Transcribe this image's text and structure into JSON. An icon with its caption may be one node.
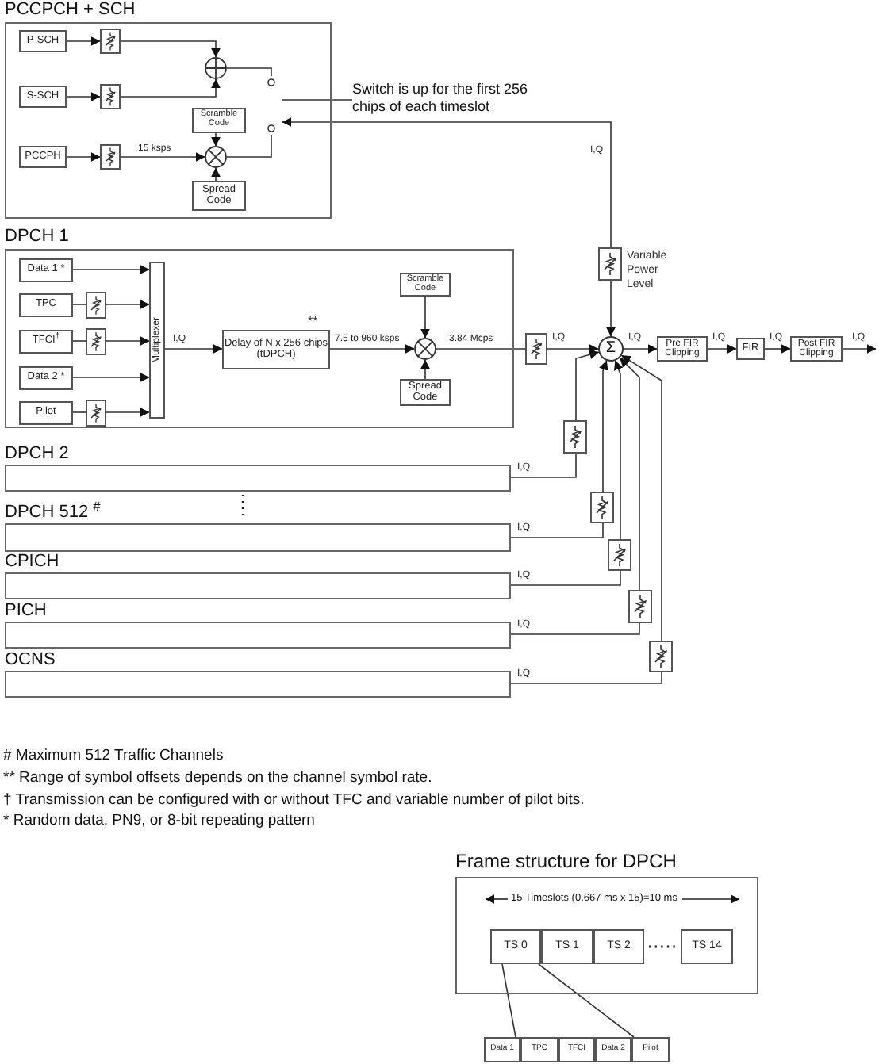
{
  "diagram": {
    "nodes": [
      {
        "text": [
          "PCCPCH + SCH"
        ]
      },
      {
        "text": [
          "P-SCH"
        ],
        "in": 0
      },
      {
        "text": [],
        "shape": "box",
        "in": 0
      },
      {
        "text": [
          "S-SCH"
        ],
        "in": 0
      },
      {
        "text": [],
        "shape": "box",
        "in": 0
      },
      {
        "text": [
          "PCCPH"
        ],
        "in": 0
      },
      {
        "text": [],
        "shape": "box",
        "in": 0
      },
      {
        "text": [],
        "shape": "circle",
        "in": 0
      },
      {
        "text": [
          "Scramble Code"
        ],
        "in": 0
      },
      {
        "text": [],
        "shape": "circle",
        "in": 0
      },
      {
        "text": [
          "Spread Code"
        ],
        "in": 0
      },
      {
        "text": [],
        "shape": "switch",
        "in": 0
      },
      {
        "text": [
          "Switch is up for the first 256 chips of each timeslot"
        ]
      },
      {
        "text": [
          "DPCH 1"
        ]
      },
      {
        "text": [
          "Data 1 *"
        ],
        "in": 13
      },
      {
        "text": [
          "TPC"
        ],
        "in": 13
      },
      {
        "text": [],
        "shape": "box",
        "in": 13
      },
      {
        "text": [
          "TFCI$^{†}$"
        ],
        "in": 13
      },
      {
        "text": [],
        "shape": "box",
        "in": 13
      },
      {
        "text": [
          "Data 2 *"
        ],
        "in": 13
      },
      {
        "text": [
          "Pilot"
        ],
        "in": 13
      },
      {
        "text": [],
        "shape": "box",
        "in": 13
      },
      {
        "text": [
          "Multiplexer"
        ],
        "in": 13
      },
      {
        "text": [
          "Delay of N x 256 chips (tDPCH)"
        ],
        "beside": [
          "**"
        ],
        "in": 13
      },
      {
        "text": [
          "Scramble Code"
        ],
        "in": 13
      },
      {
        "text": [],
        "shape": "circle",
        "in": 13
      },
      {
        "text": [
          "Spread Code"
        ],
        "in": 13
      },
      {
        "text": [],
        "shape": "box"
      },
      {
        "text": [
          "Σ"
        ]
      },
      {
        "text": [],
        "shape": "box",
        "beside": [
          "Variable Power Level"
        ]
      },
      {
        "text": [
          "Pre FIR Clipping"
        ]
      },
      {
        "text": [
          "FIR"
        ]
      },
      {
        "text": [
          "Post FIR Clipping"
        ]
      },
      {
        "text": [
          "DPCH 2"
        ]
      },
      {
        "text": [
          "DPCH 512 $^{#}$"
        ]
      },
      {
        "text": [
          "CPICH"
        ]
      },
      {
        "text": [
          "PICH"
        ]
      },
      {
        "text": [
          "OCNS"
        ]
      },
      {
        "text": [],
        "shape": "box"
      },
      {
        "text": [],
        "shape": "box"
      },
      {
        "text": [],
        "shape": "box"
      },
      {
        "text": [],
        "shape": "box"
      },
      {
        "text": [],
        "shape": "box"
      },
      {
        "text": [
          "Frame structure for DPCH"
        ]
      },
      {
        "text": [
          "TS 0"
        ],
        "in": 43
      },
      {
        "text": [
          "TS 1"
        ],
        "in": 43
      },
      {
        "text": [
          "TS 2"
        ],
        "in": 43
      },
      {
        "text": [
          "TS 14"
        ],
        "in": 43
      },
      {
        "text": [
          "Data 1"
        ]
      },
      {
        "text": [
          "TPC"
        ]
      },
      {
        "text": [
          "TFCI"
        ]
      },
      {
        "text": [
          "Data 2"
        ]
      },
      {
        "text": [
          "Pilot"
        ]
      }
    ],
    "edges": [
      {
        "from": 1,
        "to": 2,
        "arrow": "to"
      },
      {
        "from": 3,
        "to": 4,
        "arrow": "to"
      },
      {
        "from": 5,
        "to": 6,
        "arrow": "to"
      },
      {
        "from": 2,
        "to": 7,
        "arrow": "to"
      },
      {
        "from": 4,
        "to": 7,
        "arrow": "to"
      },
      {
        "from": 6,
        "to": 9,
        "arrow": "to",
        "label": "15 ksps"
      },
      {
        "from": 8,
        "to": 9,
        "arrow": "to"
      },
      {
        "from": 10,
        "to": 9,
        "arrow": "to"
      },
      {
        "from": 7,
        "to": 11,
        "arrow": "none"
      },
      {
        "from": 9,
        "to": 11,
        "arrow": "none"
      },
      {
        "from": 12,
        "to": 11,
        "arrow": "none"
      },
      {
        "from": 29,
        "to": 11,
        "arrow": "to",
        "label": "I,Q"
      },
      {
        "from": 14,
        "to": 22,
        "arrow": "to"
      },
      {
        "from": 15,
        "to": 16,
        "arrow": "none"
      },
      {
        "from": 16,
        "to": 22,
        "arrow": "to"
      },
      {
        "from": 17,
        "to": 18,
        "arrow": "none"
      },
      {
        "from": 18,
        "to": 22,
        "arrow": "to"
      },
      {
        "from": 19,
        "to": 22,
        "arrow": "to"
      },
      {
        "from": 20,
        "to": 21,
        "arrow": "none"
      },
      {
        "from": 21,
        "to": 22,
        "arrow": "to"
      },
      {
        "from": 22,
        "to": 23,
        "arrow": "to",
        "label": "I,Q"
      },
      {
        "from": 23,
        "to": 25,
        "arrow": "to",
        "label": "7.5 to 960 ksps"
      },
      {
        "from": 24,
        "to": 25,
        "arrow": "to"
      },
      {
        "from": 26,
        "to": 25,
        "arrow": "to"
      },
      {
        "from": 25,
        "to": 27,
        "arrow": "none",
        "label": "3.84 Mcps"
      },
      {
        "from": 27,
        "to": 28,
        "arrow": "to",
        "label": "I,Q"
      },
      {
        "from": 29,
        "to": 28,
        "arrow": "to"
      },
      {
        "from": 28,
        "to": 30,
        "arrow": "to",
        "label": "I,Q"
      },
      {
        "from": 30,
        "to": 31,
        "arrow": "to",
        "label": "I,Q"
      },
      {
        "from": 31,
        "to": 32,
        "arrow": "to",
        "label": "I,Q"
      },
      {
        "from": 32,
        "to": null,
        "arrow": "to",
        "label": "I,Q"
      },
      {
        "from": 33,
        "to": 38,
        "arrow": "none",
        "label": "I,Q"
      },
      {
        "from": 38,
        "to": 28,
        "arrow": "to"
      },
      {
        "from": 34,
        "to": 39,
        "arrow": "none",
        "label": "I,Q"
      },
      {
        "from": 39,
        "to": 28,
        "arrow": "to"
      },
      {
        "from": 35,
        "to": 40,
        "arrow": "none",
        "label": "I,Q"
      },
      {
        "from": 40,
        "to": 28,
        "arrow": "to"
      },
      {
        "from": 36,
        "to": 41,
        "arrow": "none",
        "label": "I,Q"
      },
      {
        "from": 41,
        "to": 28,
        "arrow": "to"
      },
      {
        "from": 37,
        "to": 42,
        "arrow": "none",
        "label": "I,Q"
      },
      {
        "from": 42,
        "to": 28,
        "arrow": "to"
      },
      {
        "from": 44,
        "to": 48,
        "arrow": "none"
      },
      {
        "from": 44,
        "to": 52,
        "arrow": "none"
      }
    ],
    "labels": [
      "# Maximum 512 Traffic Channels",
      "** Range of symbol offsets depends on the channel symbol rate.",
      "† Transmission can be configured with or without TFC and variable number of pilot bits.",
      "* Random data, PN9, or 8-bit repeating pattern",
      "15 Timeslots (0.667 ms x 15)=10 ms"
    ]
  }
}
